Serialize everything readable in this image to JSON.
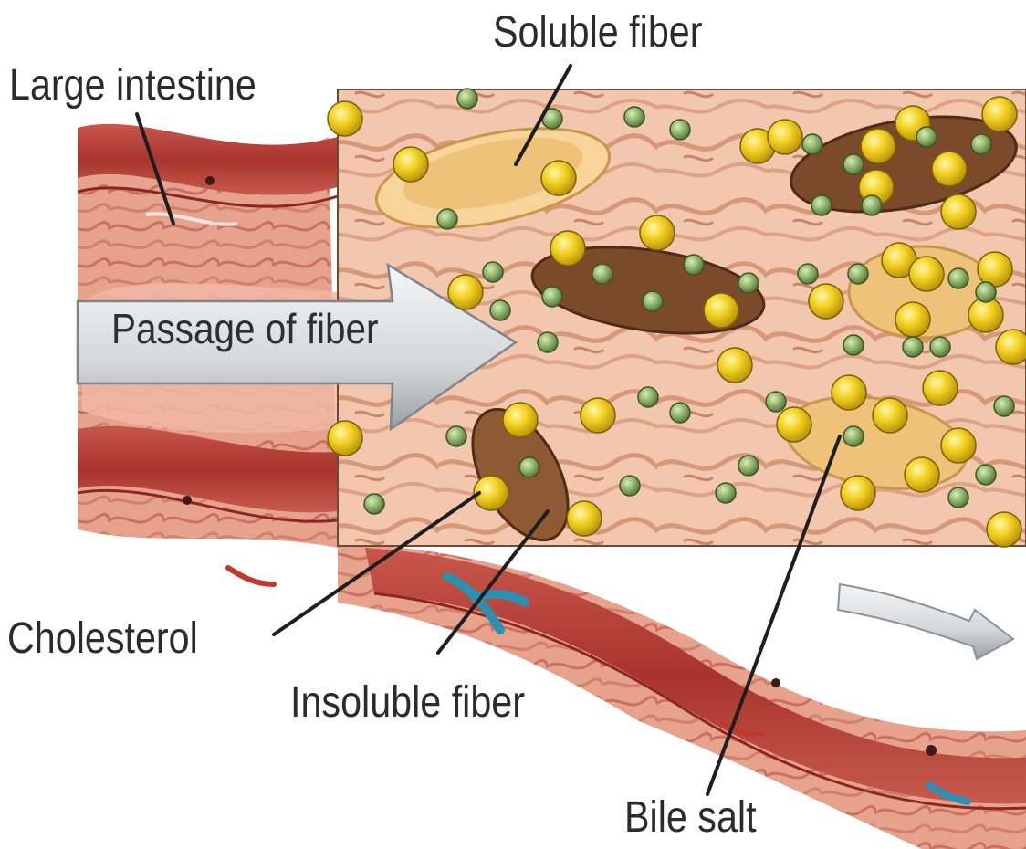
{
  "labels": {
    "large_intestine": "Large intestine",
    "soluble_fiber": "Soluble fiber",
    "passage_of_fiber": "Passage of fiber",
    "cholesterol": "Cholesterol",
    "insoluble_fiber": "Insoluble fiber",
    "bile_salt": "Bile salt"
  },
  "colors": {
    "wall_red": "#b8413a",
    "wall_pink": "#e9a08e",
    "lumen_bg": "#f2c4a8",
    "lumen_swirl": "#d99a7d",
    "soluble_fiber": "#efc27a",
    "insoluble_fiber": "#7a4a2a",
    "cholesterol": "#f2d020",
    "bile_salt": "#8fb36a",
    "arrow": "#dde0e2",
    "vessel_blue": "#2e8fb0"
  }
}
